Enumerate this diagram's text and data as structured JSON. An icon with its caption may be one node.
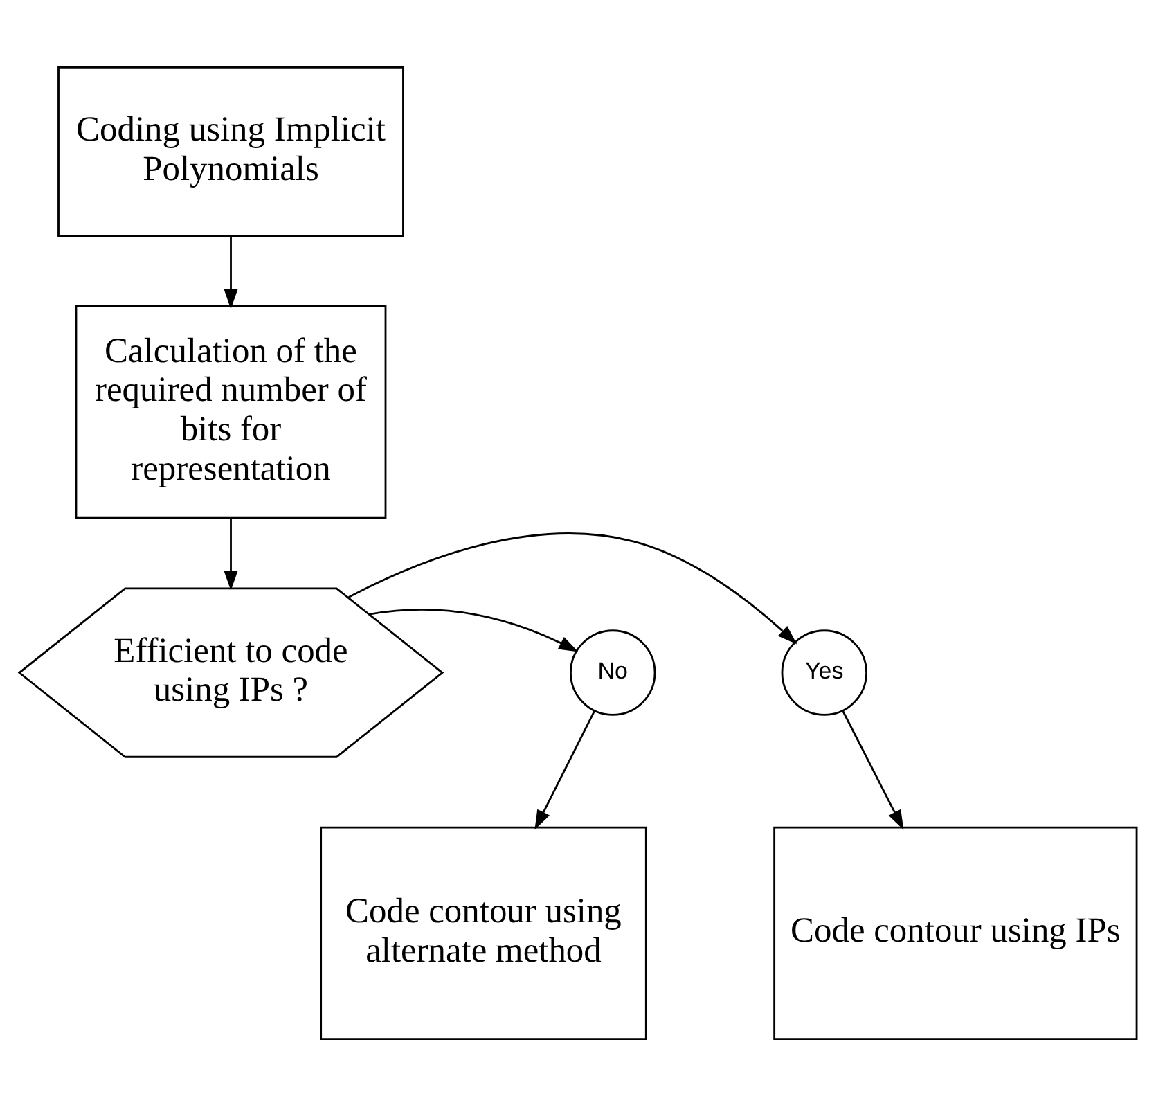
{
  "diagram": {
    "nodes": [
      {
        "text": [
          "Coding using Implicit Polynomials"
        ]
      },
      {
        "text": [
          "Calculation of the required number of bits for representation"
        ]
      },
      {
        "text": [
          "Efficient to code using IPs ?"
        ]
      },
      {
        "text": [
          "Yes"
        ]
      },
      {
        "text": [
          "No"
        ]
      },
      {
        "text": [
          "Code contour using IPs"
        ]
      },
      {
        "text": [
          "Code contour using alternate method"
        ]
      }
    ],
    "edges": [
      {
        "from": 0,
        "to": 1,
        "arrow": "to"
      },
      {
        "from": 1,
        "to": 2,
        "arrow": "to"
      },
      {
        "from": 2,
        "to": 3,
        "arrow": "to"
      },
      {
        "from": 2,
        "to": 4,
        "arrow": "to"
      },
      {
        "from": 3,
        "to": 5,
        "arrow": "to"
      },
      {
        "from": 4,
        "to": 6,
        "arrow": "to"
      }
    ]
  }
}
